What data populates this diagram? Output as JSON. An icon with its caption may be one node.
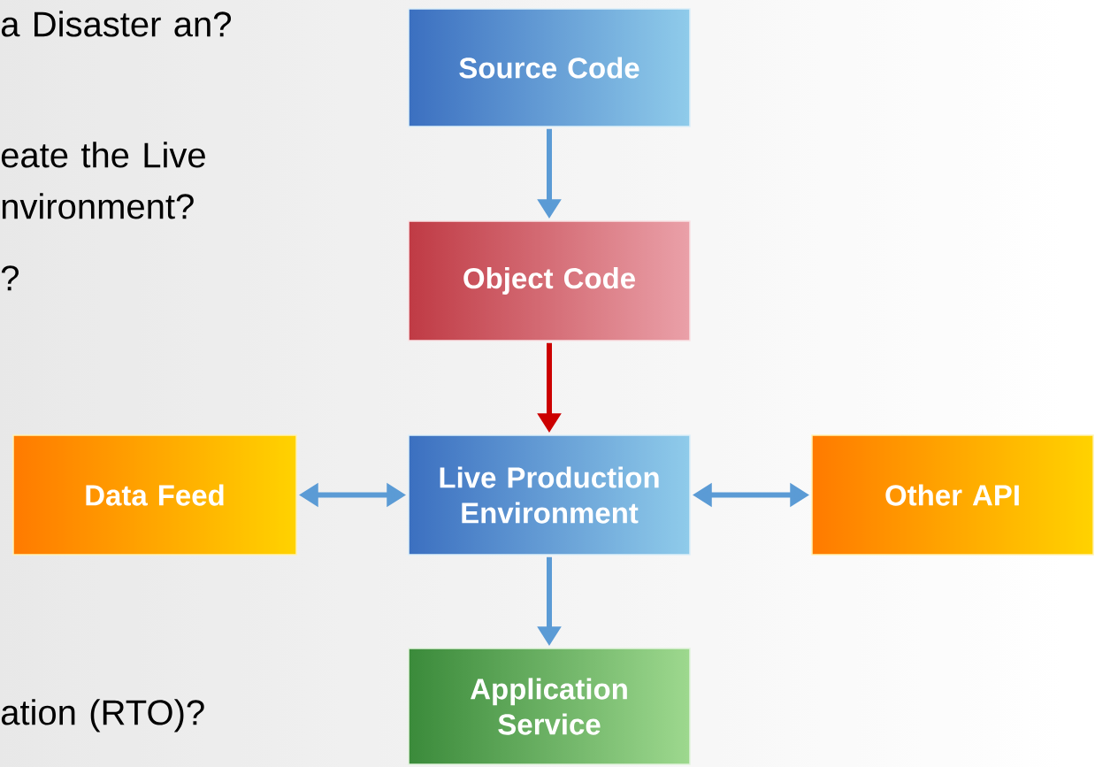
{
  "diagram": {
    "nodes": [
      {
        "text": [
          "Source Code"
        ]
      },
      {
        "text": [
          "Object Code"
        ]
      },
      {
        "text": [
          "Live Production Environment"
        ]
      },
      {
        "text": [
          "Data Feed"
        ]
      },
      {
        "text": [
          "Other API"
        ]
      },
      {
        "text": [
          "Application Service"
        ]
      }
    ],
    "edges": [
      {
        "from": 0,
        "to": 1,
        "arrow": "to"
      },
      {
        "from": 1,
        "to": 2,
        "arrow": "to",
        "color": "#cc0000"
      },
      {
        "from": 3,
        "to": 2,
        "arrow": "both"
      },
      {
        "from": 2,
        "to": 4,
        "arrow": "both"
      },
      {
        "from": 2,
        "to": 5,
        "arrow": "to"
      }
    ],
    "labels": [
      "a Disaster an?",
      "eate the Live nvironment?",
      "?",
      "ation (RTO)?"
    ]
  }
}
